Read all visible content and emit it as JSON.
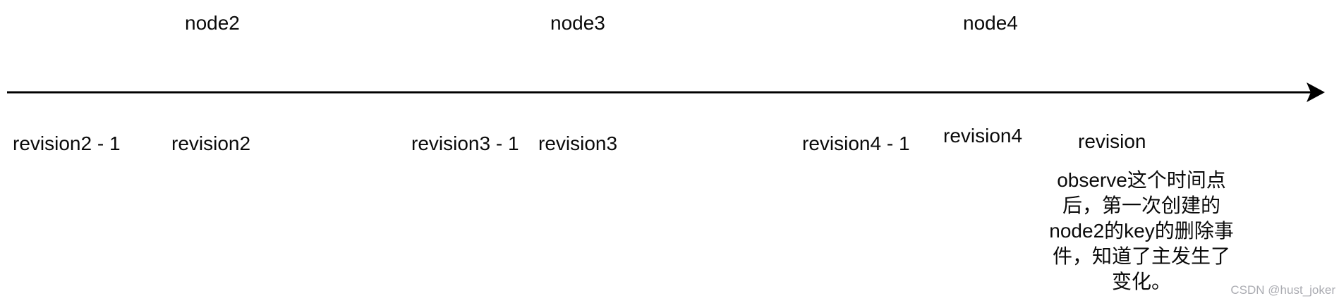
{
  "diagram": {
    "type": "timeline",
    "nodes": [
      {
        "label": "node2"
      },
      {
        "label": "node3"
      },
      {
        "label": "node4"
      }
    ],
    "revisions": [
      {
        "label": "revision2 - 1"
      },
      {
        "label": "revision2"
      },
      {
        "label": "revision3 - 1"
      },
      {
        "label": "revision3"
      },
      {
        "label": "revision4 - 1"
      },
      {
        "label": "revision4"
      },
      {
        "label": "revision"
      }
    ],
    "annotation": {
      "full_text": "observe这个时间点后，第一次创建的node2的key的删除事件，知道了主发生了变化。",
      "lines": [
        "observe这个时间点",
        "后，第一次创建的",
        "node2的key的删除事",
        "件，知道了主发生了",
        "变化。"
      ]
    },
    "watermark": "CSDN @hust_joker",
    "colors": {
      "arrow": "#000000",
      "text": "#0a0a0a",
      "watermark": "#abacb2",
      "background": "#ffffff"
    }
  }
}
